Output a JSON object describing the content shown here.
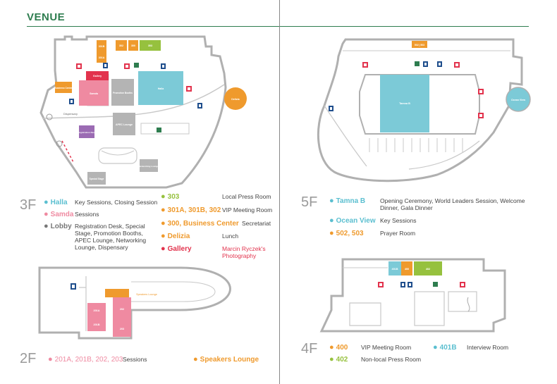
{
  "header": {
    "title": "VENUE"
  },
  "floor3": {
    "label": "3F",
    "rooms": {
      "r301b": "301B",
      "r301a": "301A",
      "r302": "302",
      "r300": "300",
      "r303": "303",
      "gallery": "Gallery",
      "business_center": "Business Center",
      "samda": "Samda",
      "promotion_booths": "Promotion Booths",
      "halla": "Halla",
      "delizia": "Delizia",
      "dispensary": "Dispensary",
      "apec_lounge": "APEC Lounge",
      "registration_desk": "Registration Desk",
      "special_stage": "Special Stage",
      "networking_lounge": "Networking Lounge"
    },
    "legend": [
      {
        "name": "Halla",
        "desc": "Key Sessions, Closing Session",
        "color": "#5bbfd0"
      },
      {
        "name": "Samda",
        "desc": "Sessions",
        "color": "#ef8aa1"
      },
      {
        "name": "Lobby",
        "desc": "Registration Desk, Special Stage, Promotion Booths, APEC Lounge, Networking Lounge, Dispensary",
        "color": "#777777"
      },
      {
        "name": "303",
        "desc": "Local Press Room",
        "color": "#96c13e"
      },
      {
        "name": "301A, 301B, 302",
        "desc": "VIP Meeting Room",
        "color": "#ef9a2d"
      },
      {
        "name": "300, Business Center",
        "desc": "Secretariat",
        "color": "#ef9a2d"
      },
      {
        "name": "Delizia",
        "desc": "Lunch",
        "color": "#ef9a2d"
      },
      {
        "name": "Gallery",
        "desc": "Marcin Ryczek's Photography",
        "color": "#e2334d"
      }
    ]
  },
  "floor2": {
    "label": "2F",
    "rooms": {
      "r201a": "201A",
      "r201b": "201B",
      "r202": "202",
      "r203": "203",
      "speakers_lounge": "Speakers Lounge"
    },
    "legend": [
      {
        "name": "201A, 201B, 202, 203",
        "desc": "Sessions",
        "color": "#ef8aa1"
      },
      {
        "name": "Speakers Lounge",
        "desc": "",
        "color": "#ef9a2d"
      }
    ]
  },
  "floor5": {
    "label": "5F",
    "rooms": {
      "tamna_b": "Tamna B",
      "ocean_view": "Ocean View",
      "r502_503": "502 | 503"
    },
    "legend": [
      {
        "name": "Tamna B",
        "desc": "Opening Ceremony, World Leaders Session, Welcome Dinner, Gala Dinner",
        "color": "#5bbfd0"
      },
      {
        "name": "Ocean View",
        "desc": "Key Sessions",
        "color": "#5bbfd0"
      },
      {
        "name": "502, 503",
        "desc": "Prayer Room",
        "color": "#ef9a2d"
      }
    ]
  },
  "floor4": {
    "label": "4F",
    "rooms": {
      "r401b": "401B",
      "r400": "400",
      "r402": "402"
    },
    "legend": [
      {
        "name": "400",
        "desc": "VIP Meeting Room",
        "color": "#ef9a2d"
      },
      {
        "name": "401B",
        "desc": "Interview Room",
        "color": "#5bbfd0"
      },
      {
        "name": "402",
        "desc": "Non-local Press Room",
        "color": "#96c13e"
      }
    ]
  },
  "colors": {
    "accent_green": "#2e7d4f",
    "blue": "#5bbfd0",
    "pink": "#ef8aa1",
    "gray_room": "#b4b4b4",
    "green": "#96c13e",
    "orange": "#ef9a2d",
    "red": "#e2334d",
    "purple": "#9b6bb3"
  },
  "icons": [
    "restroom-icon",
    "elevator-icon",
    "emergency-exit-icon",
    "first-aid-icon"
  ]
}
